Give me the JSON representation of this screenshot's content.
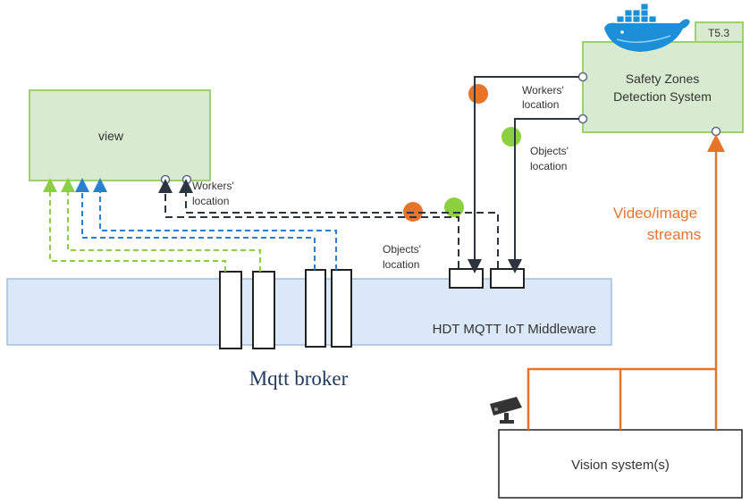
{
  "view_box": {
    "label": "view"
  },
  "safety_system": {
    "label_line1": "Safety Zones",
    "label_line2": "Detection System",
    "tag": "T5.3",
    "logo": "docker-whale-icon"
  },
  "middleware": {
    "label": "HDT MQTT IoT Middleware"
  },
  "broker": {
    "label": "Mqtt broker"
  },
  "vision": {
    "label": "Vision system(s)",
    "icon": "security-camera-icon"
  },
  "annotations": {
    "workers_top_line1": "Workers'",
    "workers_top_line2": "location",
    "objects_right_line1": "Objects'",
    "objects_right_line2": "location",
    "workers_left_line1": "Workers'",
    "workers_left_line2": "location",
    "objects_mid_line1": "Objects'",
    "objects_mid_line2": "location",
    "streams_line1": "Video/image",
    "streams_line2": "streams"
  },
  "colors": {
    "box_fill": "#d8ebd0",
    "box_border": "#9bd26b",
    "middleware_fill": "#dbe8f7",
    "middleware_border": "#9fbde4",
    "orange": "#e8742a",
    "green": "#8ccf3f",
    "blue": "#2a7fd0",
    "light_green": "#8ccf3f",
    "dark": "#2c3440",
    "broker_text": "#1f3a60"
  }
}
